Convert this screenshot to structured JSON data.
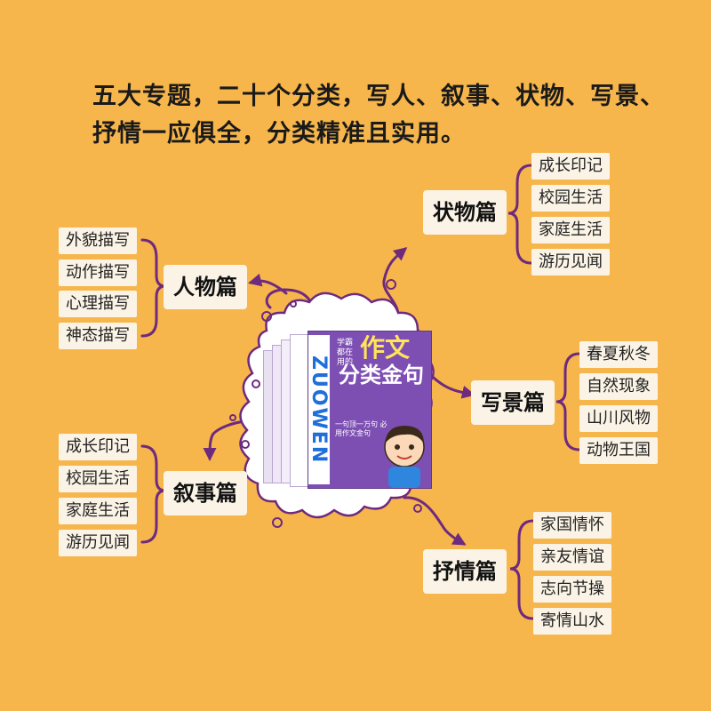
{
  "headline": {
    "line1": "五大专题，二十个分类，写人、叙事、状物、写景、",
    "line2": "抒情一应俱全，分类精准且实用。"
  },
  "categories": {
    "renwu": {
      "title": "人物篇",
      "items": [
        "外貌描写",
        "动作描写",
        "心理描写",
        "神态描写"
      ]
    },
    "xushi": {
      "title": "叙事篇",
      "items": [
        "成长印记",
        "校园生活",
        "家庭生活",
        "游历见闻"
      ]
    },
    "zhuangwu": {
      "title": "状物篇",
      "items": [
        "成长印记",
        "校园生活",
        "家庭生活",
        "游历见闻"
      ]
    },
    "xiejing": {
      "title": "写景篇",
      "items": [
        "春夏秋冬",
        "自然现象",
        "山川风物",
        "动物王国"
      ]
    },
    "shuqing": {
      "title": "抒情篇",
      "items": [
        "家国情怀",
        "亲友情谊",
        "志向节操",
        "寄情山水"
      ]
    }
  },
  "book": {
    "title_line1": "作文",
    "title_line2": "分类金句",
    "pinyin": "ZUOWEN",
    "tag_line1": "学霸",
    "tag_line2": "都在用的",
    "slogan": "一句顶一万句 必用作文金句"
  },
  "colors": {
    "background": "#F7B64C",
    "chip": "#FBF4E6",
    "accent": "#6E2A7E",
    "cover": "#7E4FB3"
  }
}
